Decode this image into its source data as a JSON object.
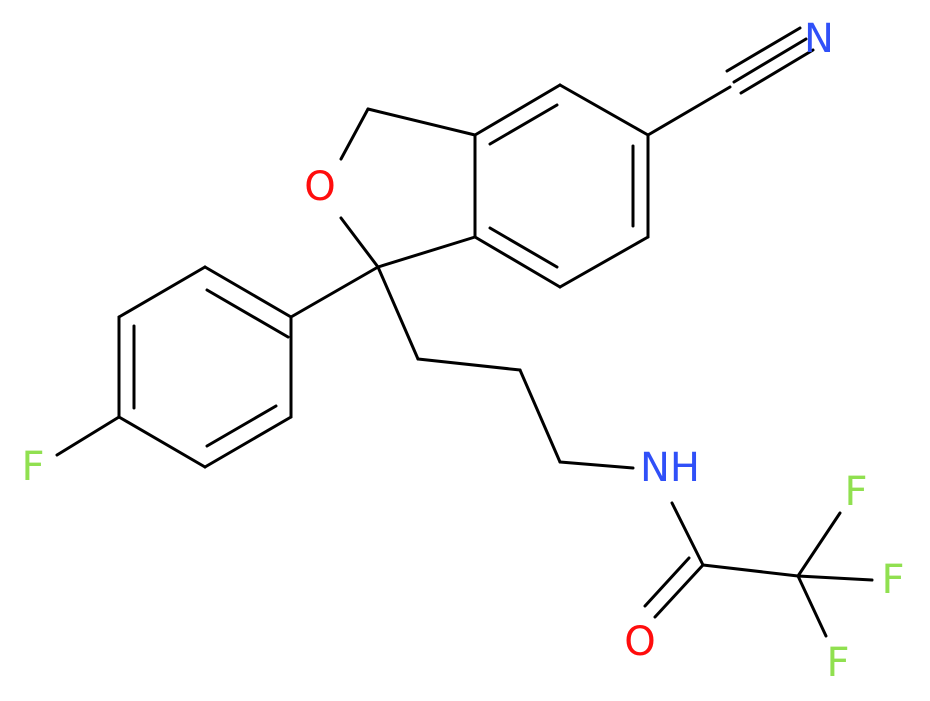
{
  "molecule": {
    "atoms": {
      "n_nitrile": {
        "symbol": "N",
        "color": "#3050F8"
      },
      "o_ring": {
        "symbol": "O",
        "color": "#FF0D0D"
      },
      "f_aryl": {
        "symbol": "F",
        "color": "#90E050"
      },
      "n_amide": {
        "symbol": "NH",
        "color": "#3050F8"
      },
      "o_carbonyl": {
        "symbol": "O",
        "color": "#FF0D0D"
      },
      "f_cf3_top": {
        "symbol": "F",
        "color": "#90E050"
      },
      "f_cf3_right": {
        "symbol": "F",
        "color": "#90E050"
      },
      "f_cf3_bottom": {
        "symbol": "F",
        "color": "#90E050"
      }
    },
    "colors": {
      "bond": "#000000",
      "background": "#FFFFFF"
    }
  }
}
